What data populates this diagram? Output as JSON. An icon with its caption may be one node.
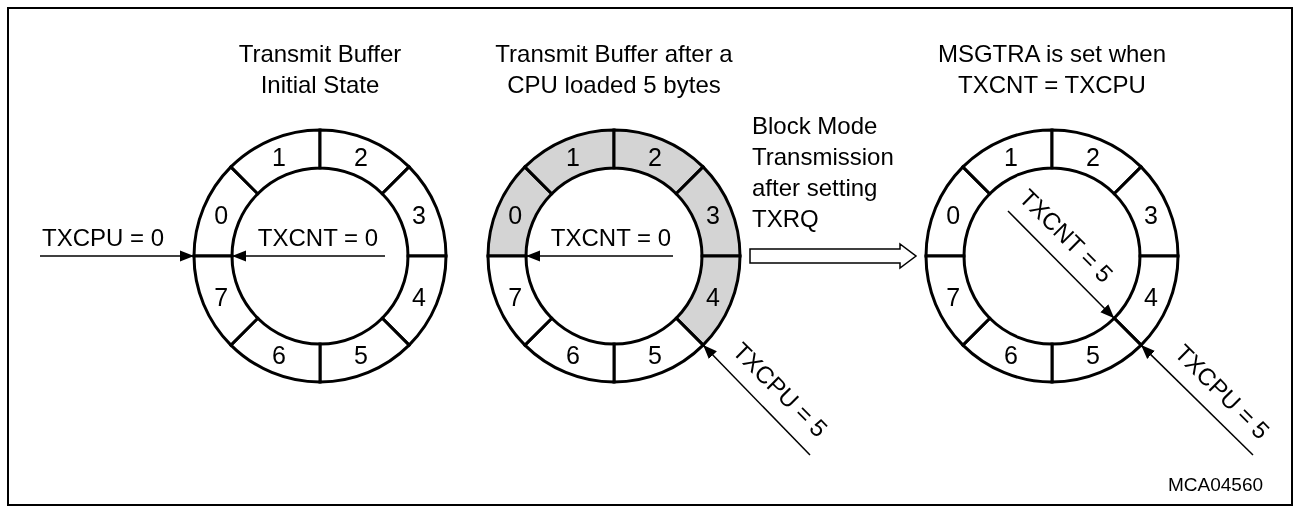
{
  "diagram": {
    "nodes": [
      {
        "text": [
          "Transmit Buffer Initial State"
        ]
      },
      {
        "text": [
          "0"
        ],
        "in": 0
      },
      {
        "text": [
          "1"
        ],
        "in": 0
      },
      {
        "text": [
          "2"
        ],
        "in": 0
      },
      {
        "text": [
          "3"
        ],
        "in": 0
      },
      {
        "text": [
          "4"
        ],
        "in": 0
      },
      {
        "text": [
          "5"
        ],
        "in": 0
      },
      {
        "text": [
          "6"
        ],
        "in": 0
      },
      {
        "text": [
          "7"
        ],
        "in": 0
      },
      {
        "text": [
          "TXCPU = 0"
        ]
      },
      {
        "text": [
          "TXCNT = 0"
        ]
      },
      {
        "text": [
          "Transmit Buffer after a CPU loaded 5 bytes"
        ]
      },
      {
        "text": [
          "0"
        ],
        "in": 11
      },
      {
        "text": [
          "1"
        ],
        "in": 11
      },
      {
        "text": [
          "2"
        ],
        "in": 11
      },
      {
        "text": [
          "3"
        ],
        "in": 11
      },
      {
        "text": [
          "4"
        ],
        "in": 11
      },
      {
        "text": [
          "5"
        ],
        "in": 11
      },
      {
        "text": [
          "6"
        ],
        "in": 11
      },
      {
        "text": [
          "7"
        ],
        "in": 11
      },
      {
        "text": [
          "TXCNT = 0"
        ]
      },
      {
        "text": [
          "TXCPU = 5"
        ]
      },
      {
        "text": [
          "MSGTRA is set when TXCNT = TXCPU"
        ]
      },
      {
        "text": [
          "0"
        ],
        "in": 22
      },
      {
        "text": [
          "1"
        ],
        "in": 22
      },
      {
        "text": [
          "2"
        ],
        "in": 22
      },
      {
        "text": [
          "3"
        ],
        "in": 22
      },
      {
        "text": [
          "4"
        ],
        "in": 22
      },
      {
        "text": [
          "5"
        ],
        "in": 22
      },
      {
        "text": [
          "6"
        ],
        "in": 22
      },
      {
        "text": [
          "7"
        ],
        "in": 22
      },
      {
        "text": [
          "TXCNT = 5"
        ]
      },
      {
        "text": [
          "TXCPU = 5"
        ]
      }
    ],
    "edges": [
      {
        "from": 9,
        "to": 0,
        "arrow": "to"
      },
      {
        "from": 10,
        "to": 0,
        "arrow": "to"
      },
      {
        "from": 20,
        "to": 11,
        "arrow": "to"
      },
      {
        "from": 21,
        "to": 17,
        "arrow": "to"
      },
      {
        "from": 11,
        "to": 22,
        "arrow": "to",
        "label": "Block Mode Transmission after setting TXRQ",
        "style": "thick"
      },
      {
        "from": 31,
        "to": 28,
        "arrow": "to"
      },
      {
        "from": 32,
        "to": 28,
        "arrow": "to"
      }
    ],
    "labels": [
      "MCA04560"
    ]
  }
}
